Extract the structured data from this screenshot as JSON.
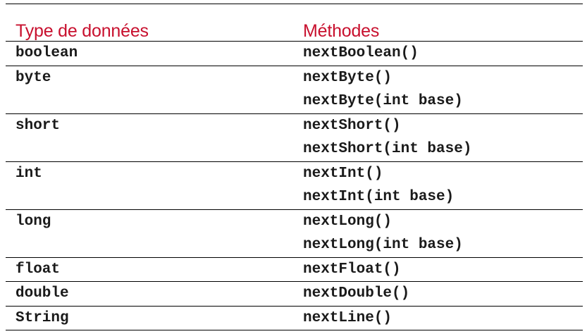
{
  "table": {
    "headers": {
      "type": "Type de données",
      "methods": "Méthodes"
    },
    "rows": [
      {
        "type": "boolean",
        "methods": [
          "nextBoolean()"
        ]
      },
      {
        "type": "byte",
        "methods": [
          "nextByte()",
          "nextByte(int base)"
        ]
      },
      {
        "type": "short",
        "methods": [
          "nextShort()",
          "nextShort(int base)"
        ]
      },
      {
        "type": "int",
        "methods": [
          "nextInt()",
          "nextInt(int base)"
        ]
      },
      {
        "type": "long",
        "methods": [
          "nextLong()",
          "nextLong(int base)"
        ]
      },
      {
        "type": "float",
        "methods": [
          "nextFloat()"
        ]
      },
      {
        "type": "double",
        "methods": [
          "nextDouble()"
        ]
      },
      {
        "type": "String",
        "methods": [
          "nextLine()"
        ]
      }
    ]
  },
  "colors": {
    "header_text": "#c8102e",
    "body_text": "#1a1a1a",
    "rule": "#000000"
  }
}
